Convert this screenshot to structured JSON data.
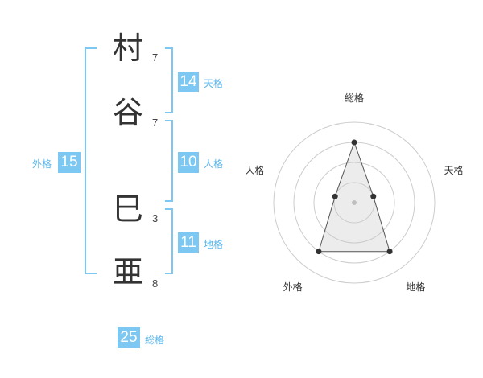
{
  "name": {
    "chars": [
      {
        "char": "村",
        "strokes": "7"
      },
      {
        "char": "谷",
        "strokes": "7"
      },
      {
        "char": "巳",
        "strokes": "3"
      },
      {
        "char": "亜",
        "strokes": "8"
      }
    ]
  },
  "kakusu": {
    "tenkaku": {
      "value": "14",
      "label": "天格"
    },
    "jinkaku": {
      "value": "10",
      "label": "人格"
    },
    "chikaku": {
      "value": "11",
      "label": "地格"
    },
    "gaikaku": {
      "value": "15",
      "label": "外格"
    },
    "soukaku": {
      "value": "25",
      "label": "総格"
    }
  },
  "colors": {
    "accent": "#7cc8f2",
    "accent_text": "#5bb6ea"
  },
  "chart_data": {
    "type": "radar",
    "axes": [
      "総格",
      "天格",
      "地格",
      "外格",
      "人格"
    ],
    "levels": 4,
    "values": [
      3,
      1,
      3,
      3,
      1
    ],
    "max": 4
  }
}
